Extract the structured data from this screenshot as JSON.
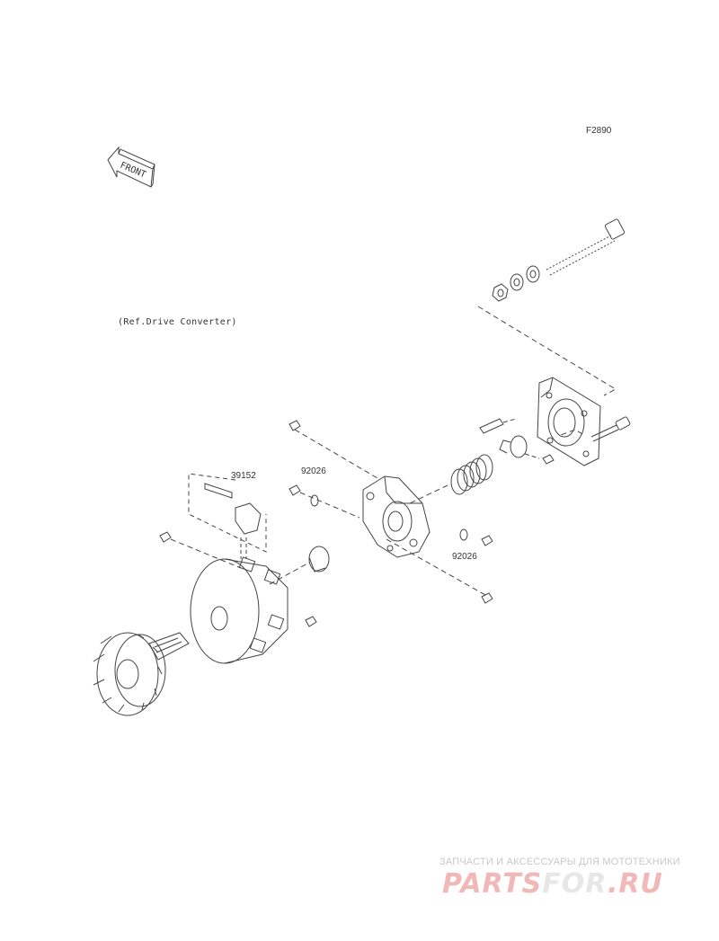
{
  "diagram": {
    "figure_code": "F2890",
    "reference_note": "(Ref.Drive Converter)",
    "front_label": "FRONT",
    "parts": [
      {
        "id": "part-39152",
        "number": "39152"
      },
      {
        "id": "part-92026-a",
        "number": "92026"
      },
      {
        "id": "part-92026-b",
        "number": "92026"
      }
    ]
  },
  "watermark": {
    "tagline": "ЗАПЧАСТИ И АКСЕССУАРЫ ДЛЯ МОТОТЕХНИКИ",
    "logo_part1": "PARTS",
    "logo_part2": "FOR",
    "logo_part3": ".RU",
    "logo_color": "#f2b8b8"
  },
  "colors": {
    "line": "#444444",
    "background": "#ffffff"
  }
}
